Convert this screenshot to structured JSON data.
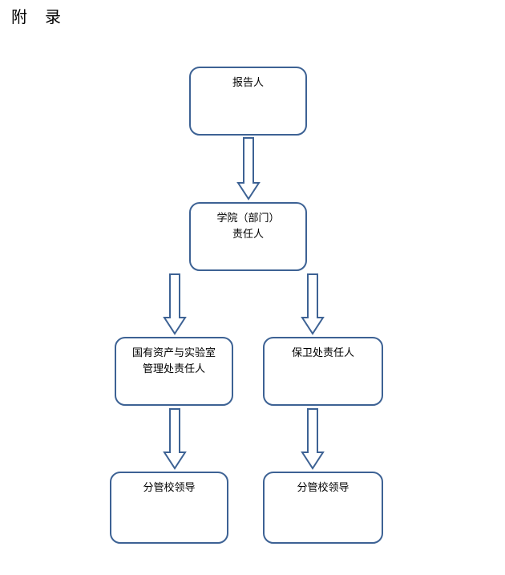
{
  "document": {
    "title": "附　录"
  },
  "flowchart": {
    "type": "flow-diagram",
    "orientation": "top-down",
    "colors": {
      "node_border": "#3d6294",
      "node_fill": "#ffffff",
      "arrow_stroke": "#3d6294",
      "arrow_fill": "#ffffff",
      "text": "#000000"
    },
    "nodes": [
      {
        "id": "reporter",
        "label": "报告人",
        "level": 0
      },
      {
        "id": "college",
        "label": "学院（部门）\n责任人",
        "level": 1
      },
      {
        "id": "assets",
        "label": "国有资产与实验室\n管理处责任人",
        "level": 2
      },
      {
        "id": "security",
        "label": "保卫处责任人",
        "level": 2
      },
      {
        "id": "leader_left",
        "label": "分管校领导",
        "level": 3
      },
      {
        "id": "leader_right",
        "label": "分管校领导",
        "level": 3
      }
    ],
    "edges": [
      {
        "id": "reporter-college",
        "from": "reporter",
        "to": "college",
        "style": "block-arrow-down"
      },
      {
        "id": "college-assets",
        "from": "college",
        "to": "assets",
        "style": "block-arrow-down"
      },
      {
        "id": "college-security",
        "from": "college",
        "to": "security",
        "style": "block-arrow-down"
      },
      {
        "id": "assets-leader",
        "from": "assets",
        "to": "leader_left",
        "style": "block-arrow-down"
      },
      {
        "id": "security-leader",
        "from": "security",
        "to": "leader_right",
        "style": "block-arrow-down"
      }
    ]
  }
}
